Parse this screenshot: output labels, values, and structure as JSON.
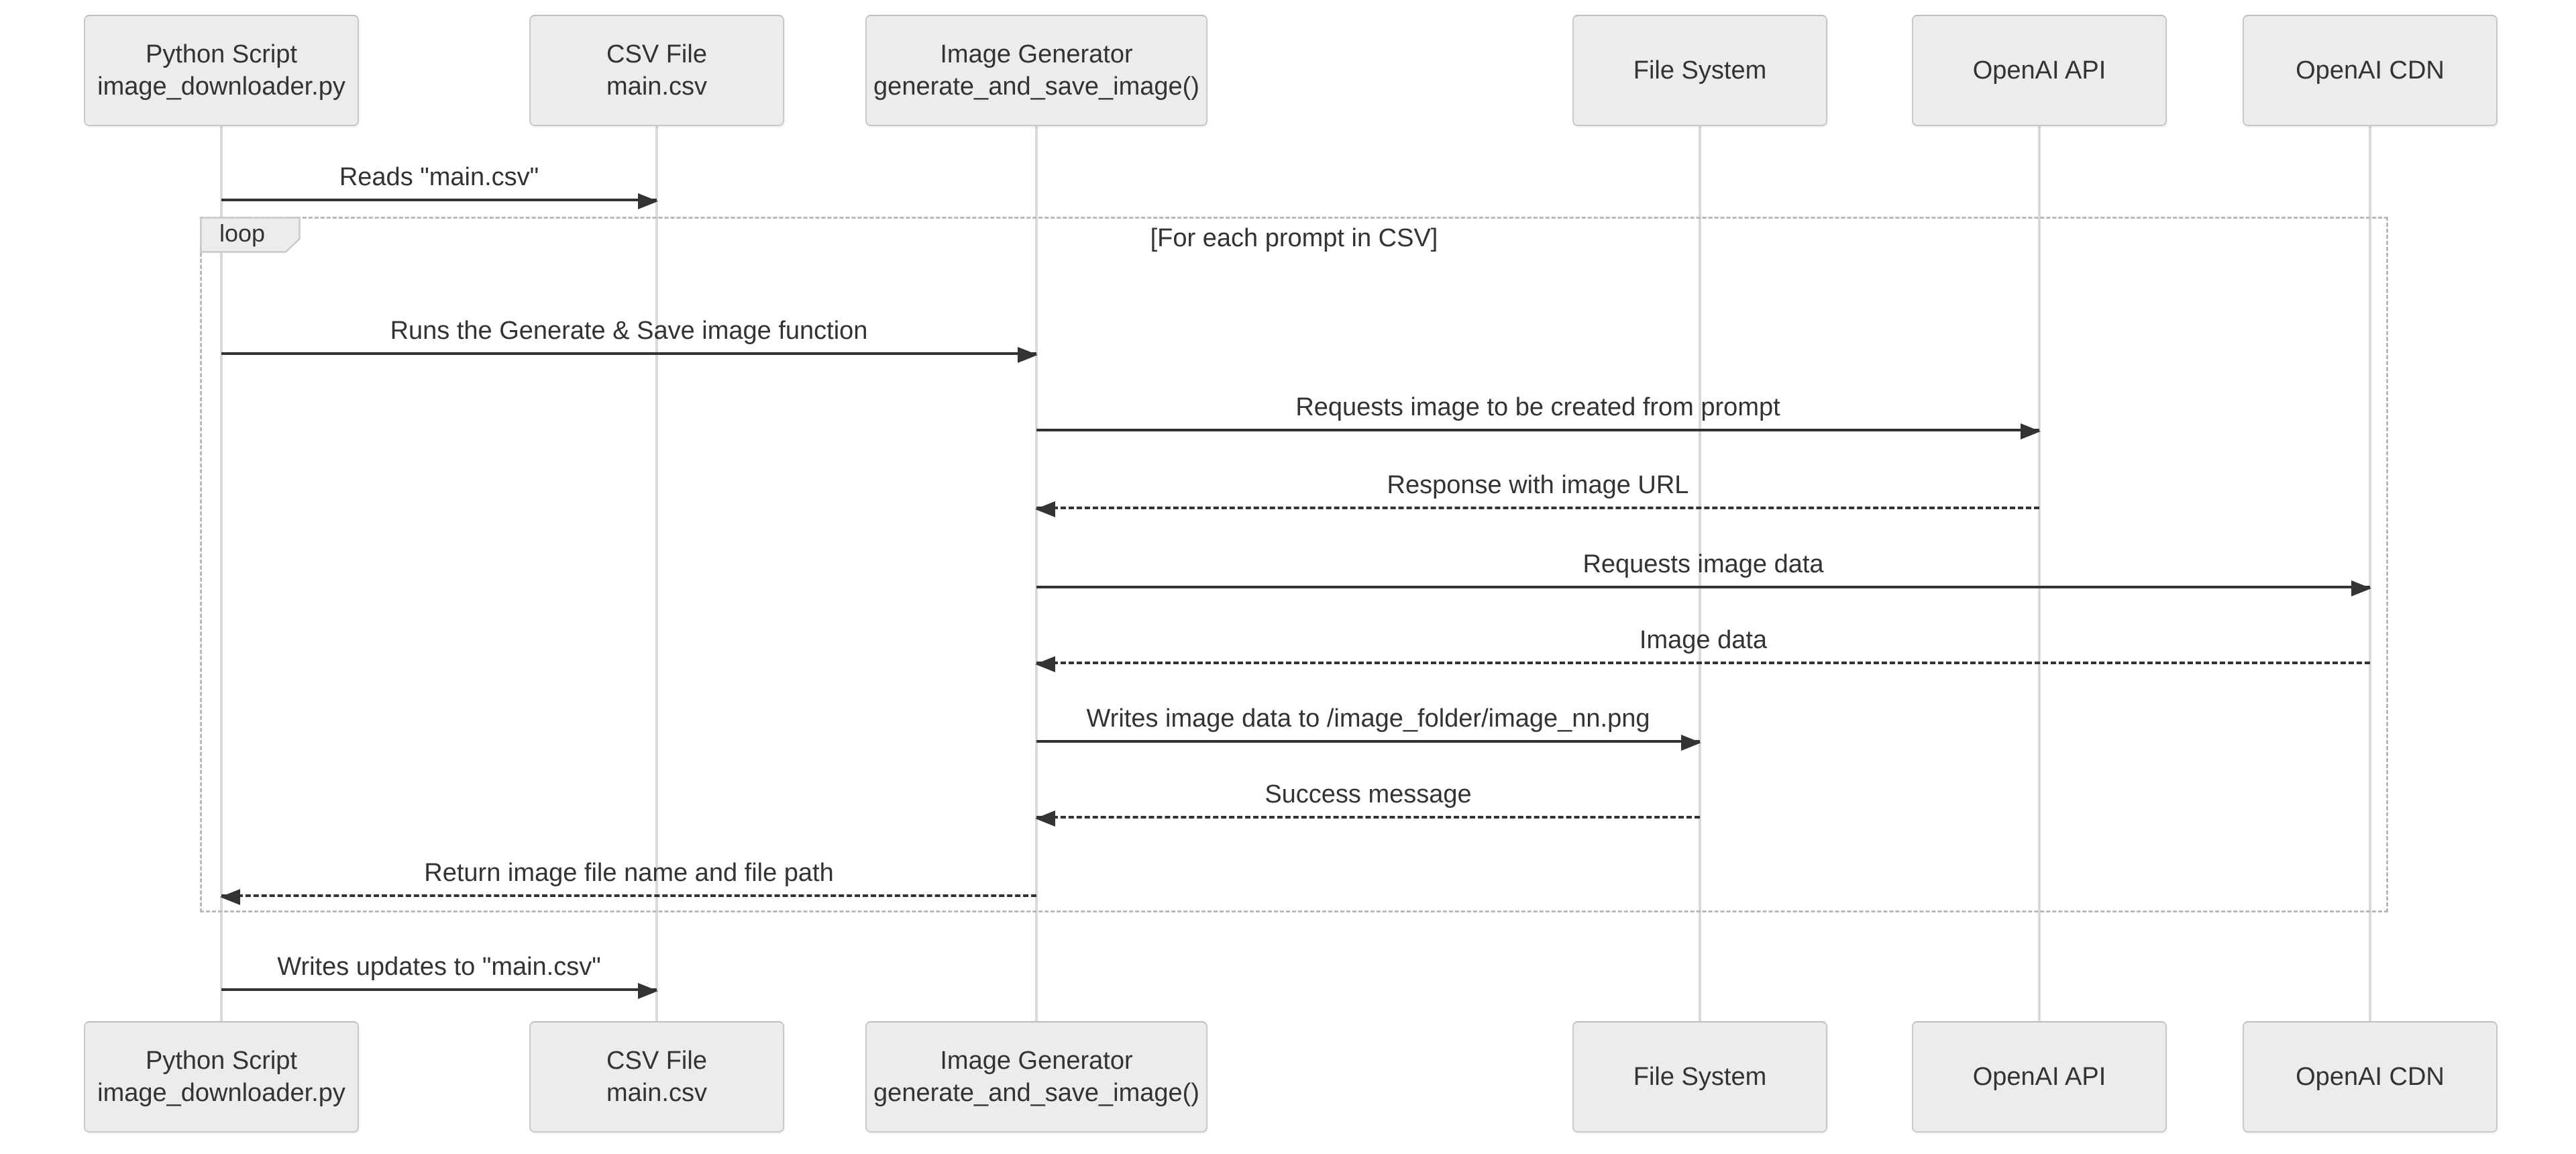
{
  "colors": {
    "actor_fill": "#ececec",
    "actor_border": "#c9c9c9",
    "arrow_line": "#333333",
    "lifeline": "#d9d9d9",
    "loop_border": "#b9b9b9",
    "text": "#333333",
    "background": "#ffffff"
  },
  "actors": [
    {
      "line1": "Python Script",
      "line2": "image_downloader.py"
    },
    {
      "line1": "CSV File",
      "line2": "main.csv"
    },
    {
      "line1": "Image Generator",
      "line2": "generate_and_save_image()"
    },
    {
      "line1": "File System",
      "line2": ""
    },
    {
      "line1": "OpenAI API",
      "line2": ""
    },
    {
      "line1": "OpenAI CDN",
      "line2": ""
    }
  ],
  "loop": {
    "label": "loop",
    "condition": "[For each prompt in CSV]"
  },
  "messages": [
    {
      "label": "Reads \"main.csv\"",
      "from": "Python Script",
      "to": "CSV File",
      "style": "solid"
    },
    {
      "label": "Runs the Generate & Save image function",
      "from": "Python Script",
      "to": "Image Generator",
      "style": "solid"
    },
    {
      "label": "Requests image to be created from prompt",
      "from": "Image Generator",
      "to": "OpenAI API",
      "style": "solid"
    },
    {
      "label": "Response with image URL",
      "from": "OpenAI API",
      "to": "Image Generator",
      "style": "dashed"
    },
    {
      "label": "Requests image data",
      "from": "Image Generator",
      "to": "OpenAI CDN",
      "style": "solid"
    },
    {
      "label": "Image data",
      "from": "OpenAI CDN",
      "to": "Image Generator",
      "style": "dashed"
    },
    {
      "label": "Writes image data to /image_folder/image_nn.png",
      "from": "Image Generator",
      "to": "File System",
      "style": "solid"
    },
    {
      "label": "Success message",
      "from": "File System",
      "to": "Image Generator",
      "style": "dashed"
    },
    {
      "label": "Return image file name and file path",
      "from": "Image Generator",
      "to": "Python Script",
      "style": "dashed"
    },
    {
      "label": "Writes updates to \"main.csv\"",
      "from": "Python Script",
      "to": "CSV File",
      "style": "solid"
    }
  ]
}
